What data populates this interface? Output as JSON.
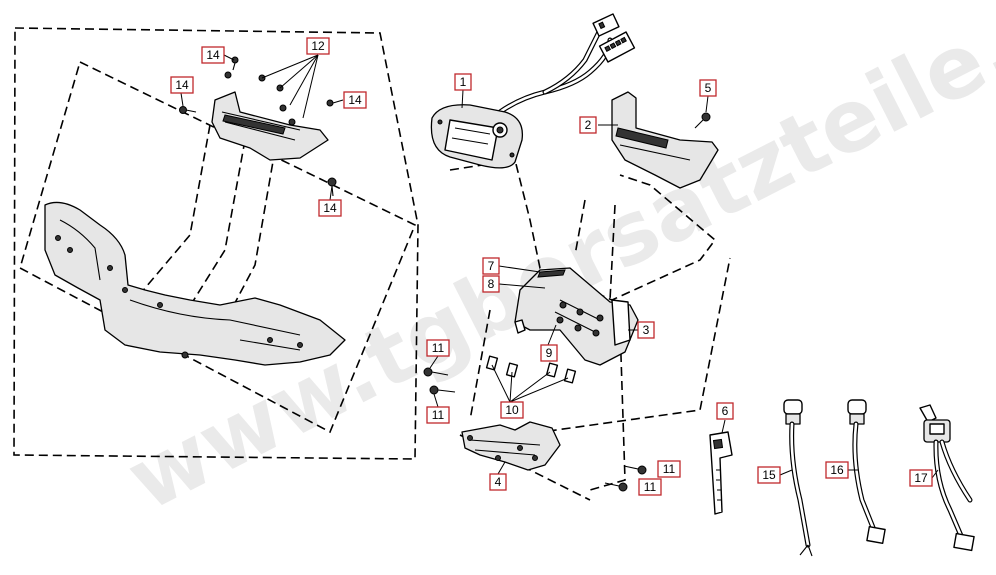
{
  "watermark": "www.tgbersatzteile.de",
  "callouts": {
    "c1": "1",
    "c2": "2",
    "c3": "3",
    "c4": "4",
    "c5": "5",
    "c6": "6",
    "c7": "7",
    "c8": "8",
    "c9": "9",
    "c10": "10",
    "c11a": "11",
    "c11b": "11",
    "c11c": "11",
    "c11d": "11",
    "c12": "12",
    "c14a": "14",
    "c14b": "14",
    "c14c": "14",
    "c14d": "14",
    "c15": "15",
    "c16": "16",
    "c17": "17"
  },
  "colors": {
    "callout_border": "#c0282d",
    "watermark": "#d9d9d9",
    "line": "#000000"
  }
}
